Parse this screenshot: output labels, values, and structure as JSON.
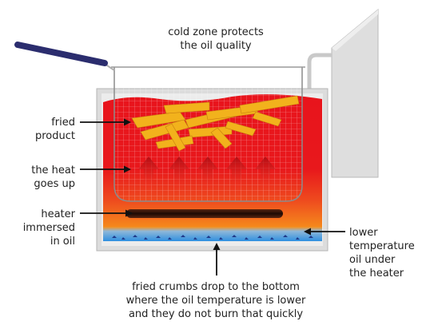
{
  "labels": {
    "cold_zone": "cold zone protects\nthe oil quality",
    "fried_product": "fried\nproduct",
    "heat_up": "the heat\ngoes up",
    "heater": "heater\nimmersed\nin oil",
    "lower_temp": "lower\ntemperature\noil under\nthe heater",
    "crumbs": "fried crumbs drop to the bottom\nwhere the oil temperature is lower\nand they do not burn that quickly"
  },
  "colors": {
    "oil_hot": "#e8141c",
    "oil_warm": "#f47a1c",
    "cold_zone": "#2f8fe0",
    "tank": "#dcdcdc",
    "handle": "#2b2d6e",
    "product": "#f2b21c",
    "heater": "#3a1a0e"
  }
}
